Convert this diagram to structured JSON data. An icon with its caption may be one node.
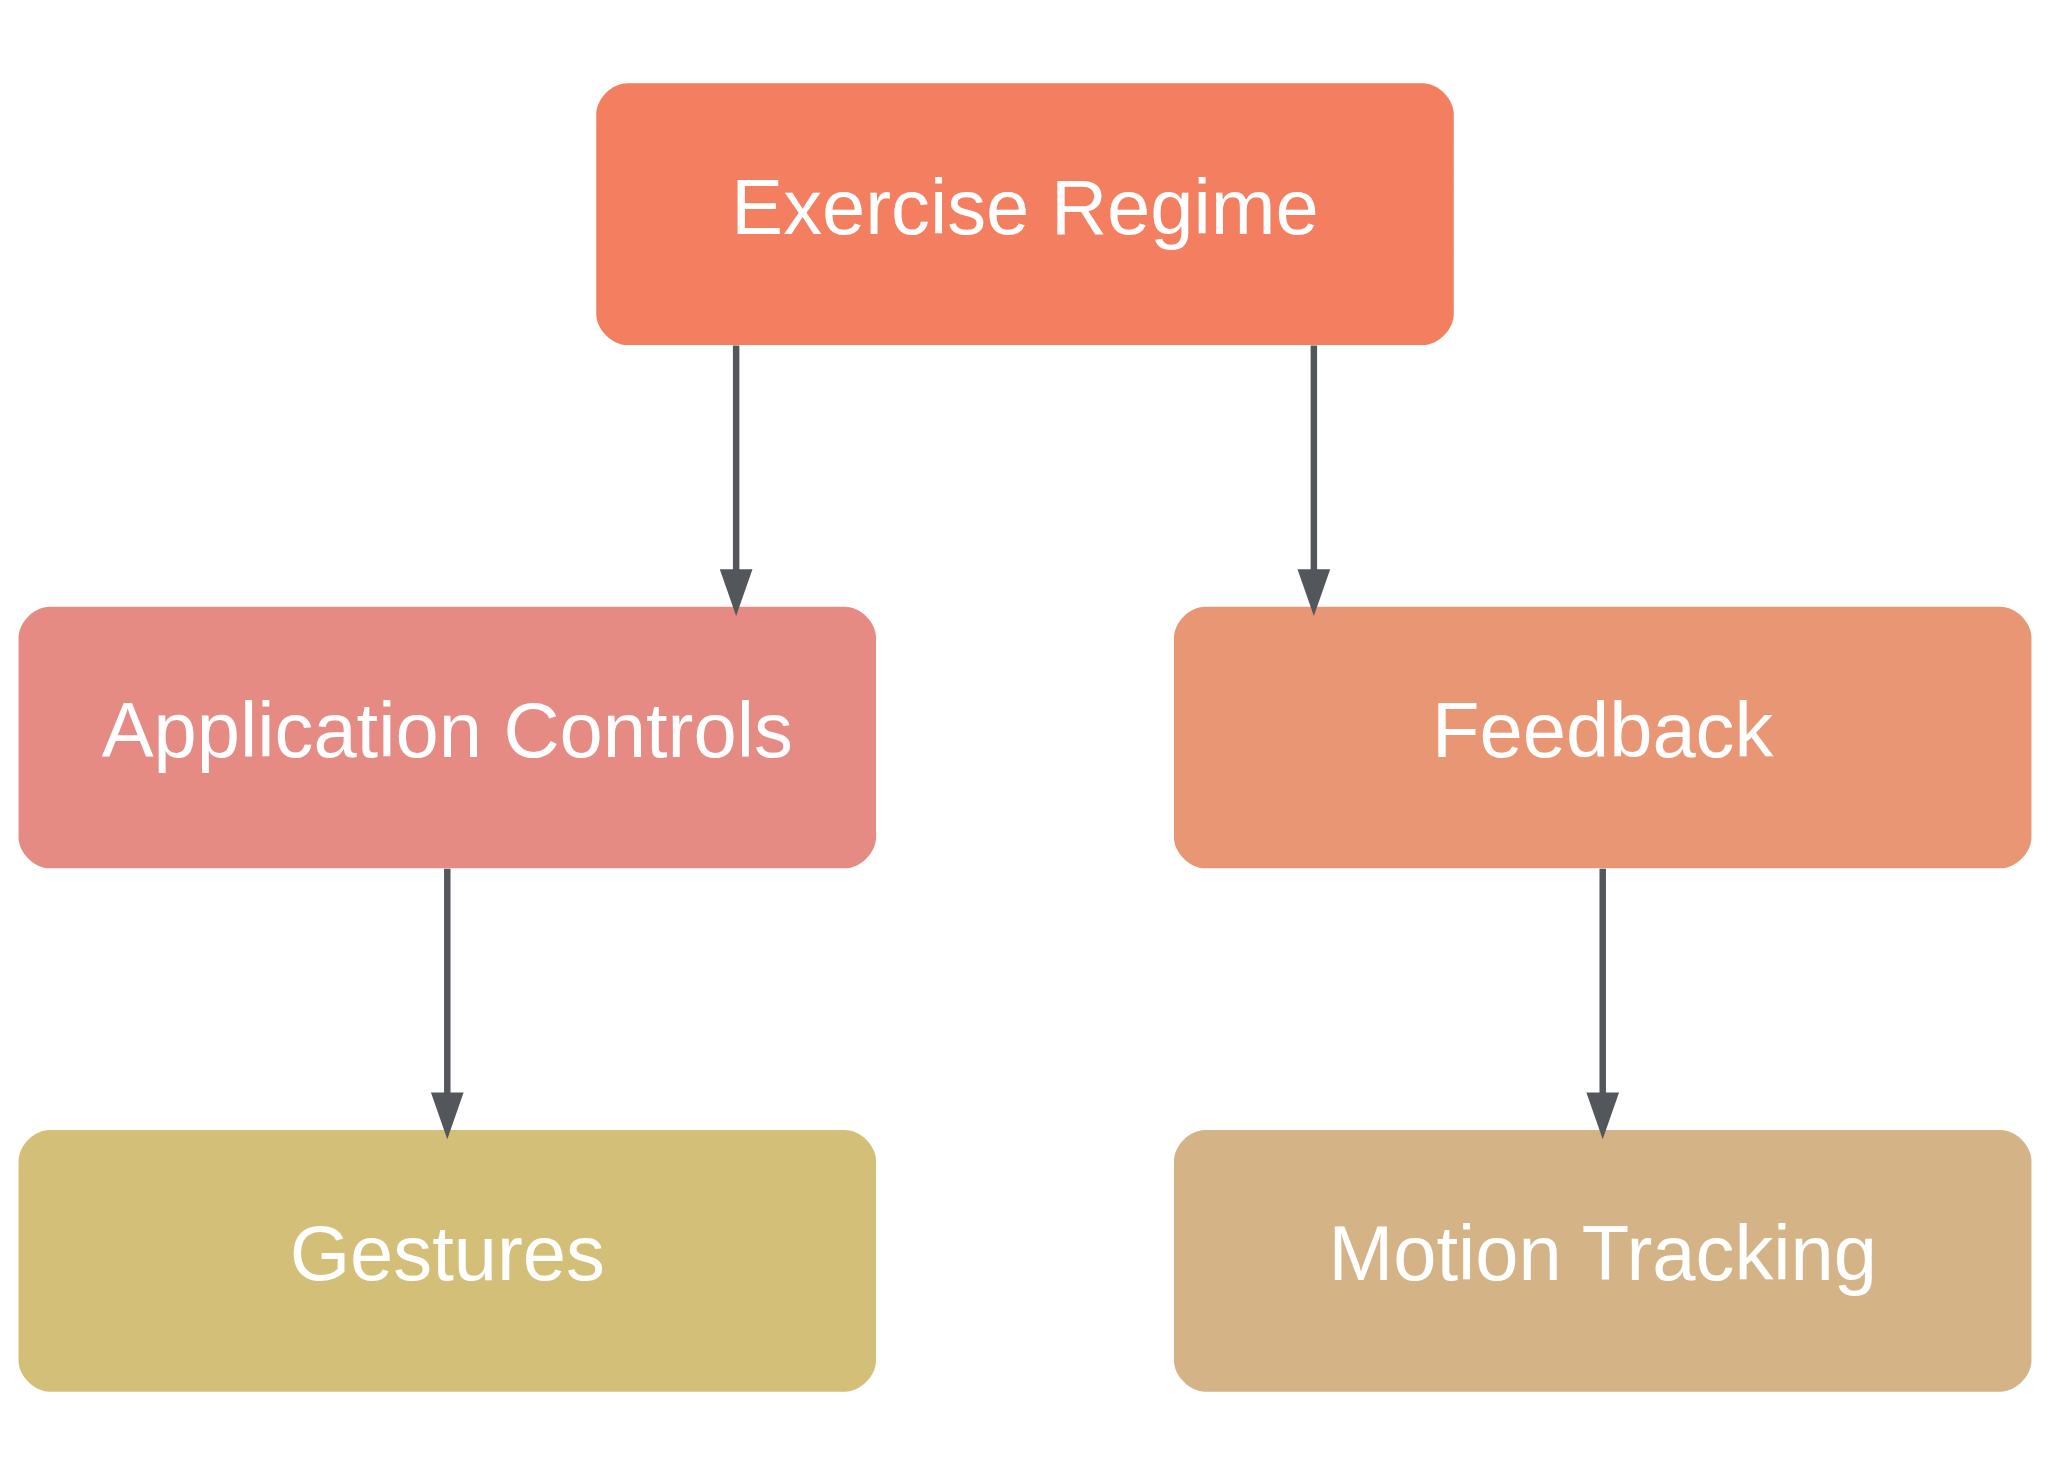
{
  "diagram": {
    "nodes": [
      {
        "text": [
          "Exercise Regime"
        ]
      },
      {
        "text": [
          "Application Controls"
        ]
      },
      {
        "text": [
          "Feedback"
        ]
      },
      {
        "text": [
          "Gestures"
        ]
      },
      {
        "text": [
          "Motion Tracking"
        ]
      }
    ],
    "edges": [
      {
        "from": 0,
        "to": 1,
        "arrow": "to"
      },
      {
        "from": 0,
        "to": 2,
        "arrow": "to"
      },
      {
        "from": 1,
        "to": 3,
        "arrow": "to"
      },
      {
        "from": 2,
        "to": 4,
        "arrow": "to"
      }
    ]
  }
}
